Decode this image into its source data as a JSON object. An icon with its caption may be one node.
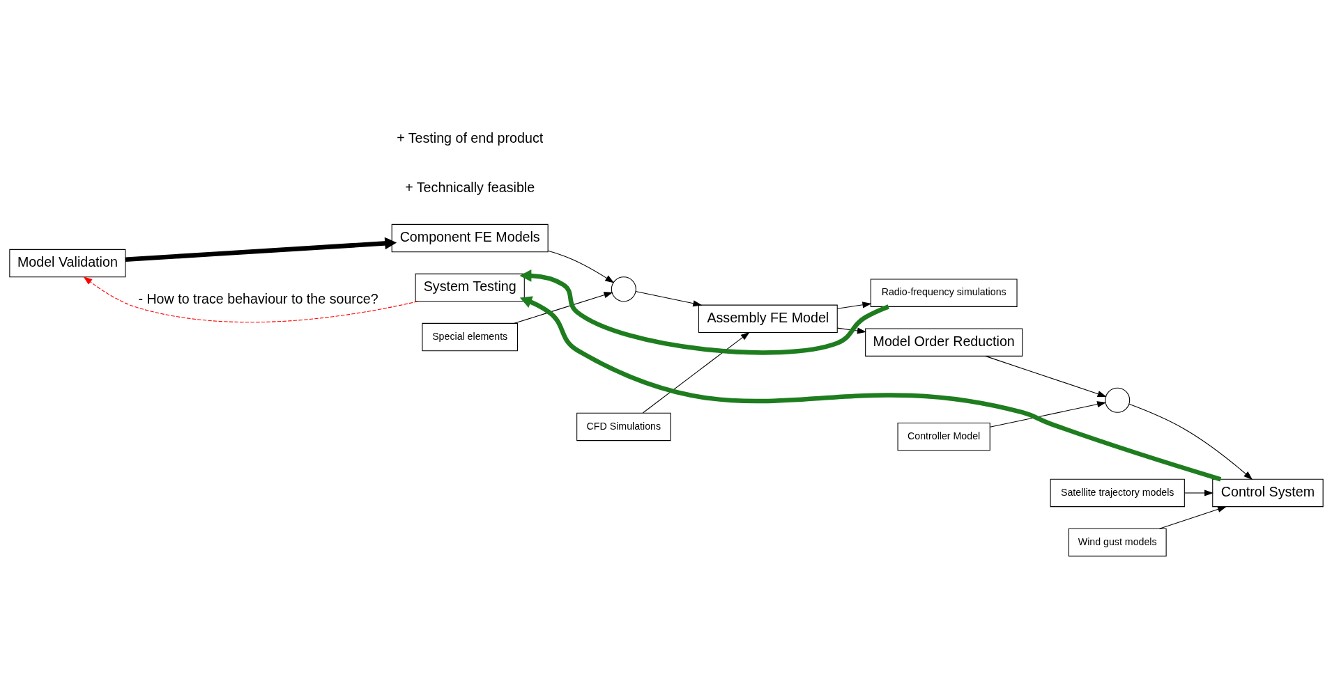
{
  "diagram": {
    "nodes": [
      {
        "text": [
          "Model Validation"
        ]
      },
      {
        "text": [
          "Component FE Models"
        ]
      },
      {
        "text": [
          "Special elements"
        ]
      },
      {
        "text": [],
        "shape": "circle"
      },
      {
        "text": [
          "CFD Simulations"
        ]
      },
      {
        "text": [
          "Assembly FE Model"
        ]
      },
      {
        "text": [
          "Radio-frequency simulations"
        ]
      },
      {
        "text": [
          "Model Order Reduction"
        ]
      },
      {
        "text": [
          "Controller Model"
        ]
      },
      {
        "text": [],
        "shape": "circle"
      },
      {
        "text": [
          "Satellite trajectory models"
        ]
      },
      {
        "text": [
          "Wind gust models"
        ]
      },
      {
        "text": [
          "Control System"
        ]
      },
      {
        "text": [
          "System Testing"
        ]
      }
    ],
    "edges": [
      {
        "from": 0,
        "to": 1,
        "arrow": "to",
        "style": "thick"
      },
      {
        "from": 1,
        "to": 3,
        "arrow": "to"
      },
      {
        "from": 2,
        "to": 3,
        "arrow": "to"
      },
      {
        "from": 3,
        "to": 5,
        "arrow": "to"
      },
      {
        "from": 4,
        "to": 5,
        "arrow": "to"
      },
      {
        "from": 5,
        "to": 6,
        "arrow": "to"
      },
      {
        "from": 5,
        "to": 7,
        "arrow": "to"
      },
      {
        "from": 7,
        "to": 9,
        "arrow": "to"
      },
      {
        "from": 8,
        "to": 9,
        "arrow": "to"
      },
      {
        "from": 9,
        "to": 12,
        "arrow": "to"
      },
      {
        "from": 10,
        "to": 12,
        "arrow": "to"
      },
      {
        "from": 11,
        "to": 12,
        "arrow": "to"
      },
      {
        "from": 6,
        "to": 13,
        "arrow": "to",
        "style": "thick",
        "color": "#1e7d1e"
      },
      {
        "from": 12,
        "to": 13,
        "arrow": "to",
        "style": "thick",
        "color": "#1e7d1e"
      },
      {
        "from": 13,
        "to": 0,
        "arrow": "to",
        "style": "dashed",
        "color": "#ff0000",
        "label": "- How to trace behaviour to the source?"
      }
    ],
    "labels": [
      "+ Technically feasible",
      "+ Testing of end product"
    ]
  }
}
